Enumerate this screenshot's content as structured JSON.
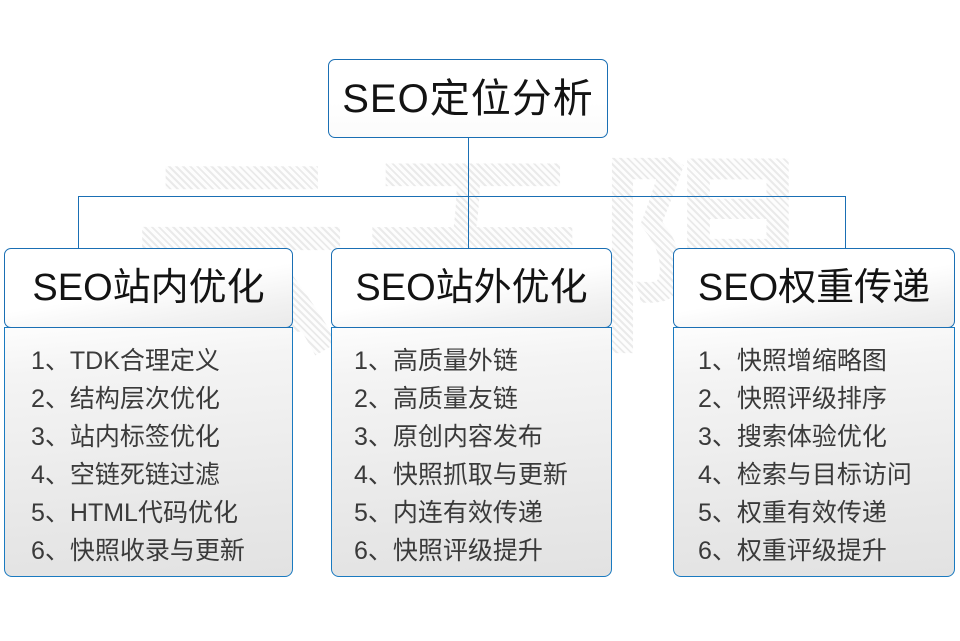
{
  "diagram": {
    "type": "tree",
    "watermark_text": "云无限",
    "accent_color": "#1a6fb4",
    "root": {
      "label": "SEO定位分析"
    },
    "branches": [
      {
        "header": "SEO站内优化",
        "items": [
          "1、TDK合理定义",
          "2、结构层次优化",
          "3、站内标签优化",
          "4、空链死链过滤",
          "5、HTML代码优化",
          "6、快照收录与更新"
        ]
      },
      {
        "header": "SEO站外优化",
        "items": [
          "1、高质量外链",
          "2、高质量友链",
          "3、原创内容发布",
          "4、快照抓取与更新",
          "5、内连有效传递",
          "6、快照评级提升"
        ]
      },
      {
        "header": "SEO权重传递",
        "items": [
          "1、快照增缩略图",
          "2、快照评级排序",
          "3、搜索体验优化",
          "4、检索与目标访问",
          "5、权重有效传递",
          "6、权重评级提升"
        ]
      }
    ]
  }
}
